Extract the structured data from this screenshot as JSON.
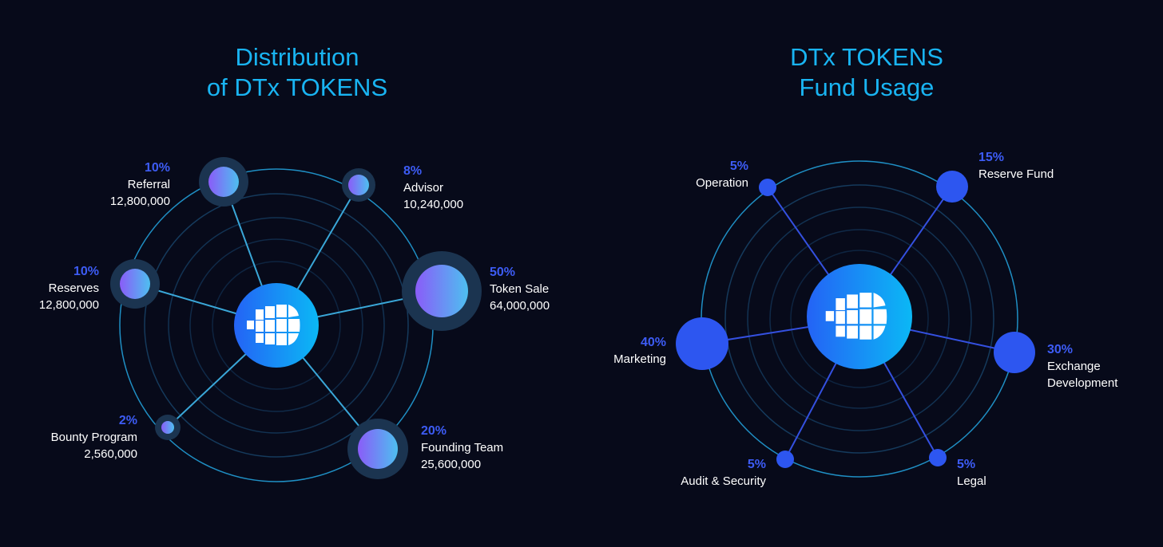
{
  "chart_data": [
    {
      "type": "pie",
      "title_line1": "Distribution",
      "title_line2": "of DTx TOKENS",
      "categories": [
        "Referral",
        "Advisor",
        "Reserves",
        "Token Sale",
        "Bounty Program",
        "Founding Team"
      ],
      "percent_labels": [
        "10%",
        "8%",
        "10%",
        "50%",
        "2%",
        "20%"
      ],
      "values": [
        10,
        8,
        10,
        50,
        2,
        20
      ],
      "amounts": [
        "12,800,000",
        "10,240,000",
        "12,800,000",
        "64,000,000",
        "2,560,000",
        "25,600,000"
      ]
    },
    {
      "type": "pie",
      "title_line1": "DTx TOKENS",
      "title_line2": "Fund Usage",
      "categories": [
        "Operation",
        "Reserve Fund",
        "Marketing",
        "Exchange",
        "Audit & Security",
        "Legal"
      ],
      "category_line2": {
        "Exchange": "Development"
      },
      "exchange_line2": "Development",
      "percent_labels": [
        "5%",
        "15%",
        "40%",
        "30%",
        "5%",
        "5%"
      ],
      "values": [
        5,
        15,
        40,
        30,
        5,
        5
      ]
    }
  ],
  "colors": {
    "title": "#19b4f2",
    "percent": "#3d5cf5",
    "ring": "#1f8fc4",
    "background": "#070a1a"
  }
}
